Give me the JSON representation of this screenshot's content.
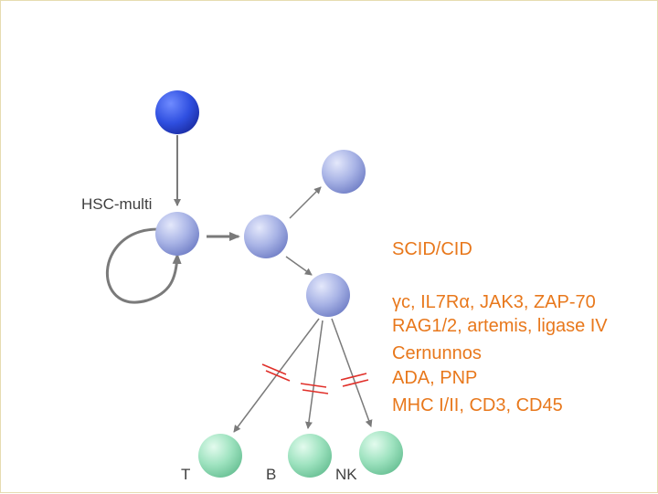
{
  "diagram": {
    "hsc_label": "HSC-multi",
    "lineage_labels": {
      "t": "T",
      "b": "B",
      "nk": "NK"
    },
    "colors": {
      "stem_cell": "#2f4fe0",
      "progenitor": "#a9b4e6",
      "mature_cell": "#9fe3c0",
      "arrow": "#7a7a7a",
      "block_mark": "#e0302a",
      "text_dark": "#3f3f3f",
      "text_orange": "#e8781c"
    }
  },
  "legend": {
    "title": "SCID/CID",
    "lines": [
      "γc, IL7Rα, JAK3, ZAP-70",
      "RAG1/2, artemis, ligase IV",
      "Cernunnos",
      "ADA, PNP",
      "MHC I/II, CD3, CD45"
    ]
  }
}
